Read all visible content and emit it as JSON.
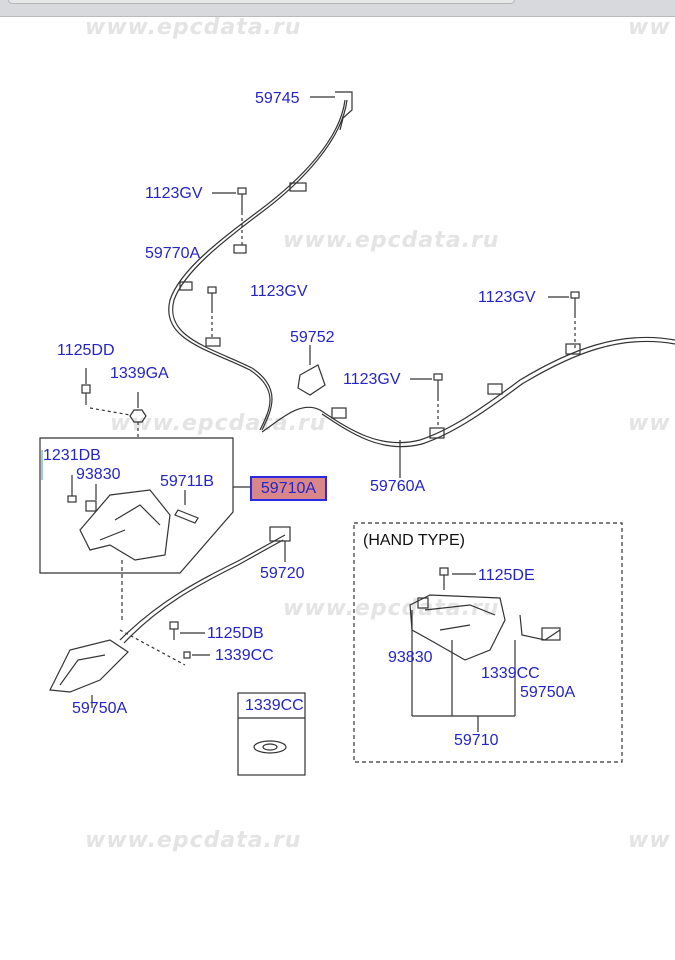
{
  "watermark": "www.epcdata.ru",
  "watermark_partial": "ww",
  "highlighted_part": "59710A",
  "group_title": "(HAND TYPE)",
  "colors": {
    "label": "#2424c8",
    "highlight_fill": "#d8868a",
    "highlight_border": "#2a2ae0"
  },
  "labels": {
    "p59745": "59745",
    "p1123gv_a": "1123GV",
    "p59770a": "59770A",
    "p1123gv_b": "1123GV",
    "p59752": "59752",
    "p1123gv_c": "1123GV",
    "p1125dd": "1125DD",
    "p1339ga": "1339GA",
    "p1123gv_d": "1123GV",
    "p1231db": "1231DB",
    "p93830_a": "93830",
    "p59711b": "59711B",
    "p59760a": "59760A",
    "p59720": "59720",
    "p1125de": "1125DE",
    "p1125db": "1125DB",
    "p1339cc_a": "1339CC",
    "p93830_b": "93830",
    "p1339cc_b": "1339CC",
    "p59750a_b": "59750A",
    "p59750a_a": "59750A",
    "p1339cc_box": "1339CC",
    "p59710": "59710"
  }
}
